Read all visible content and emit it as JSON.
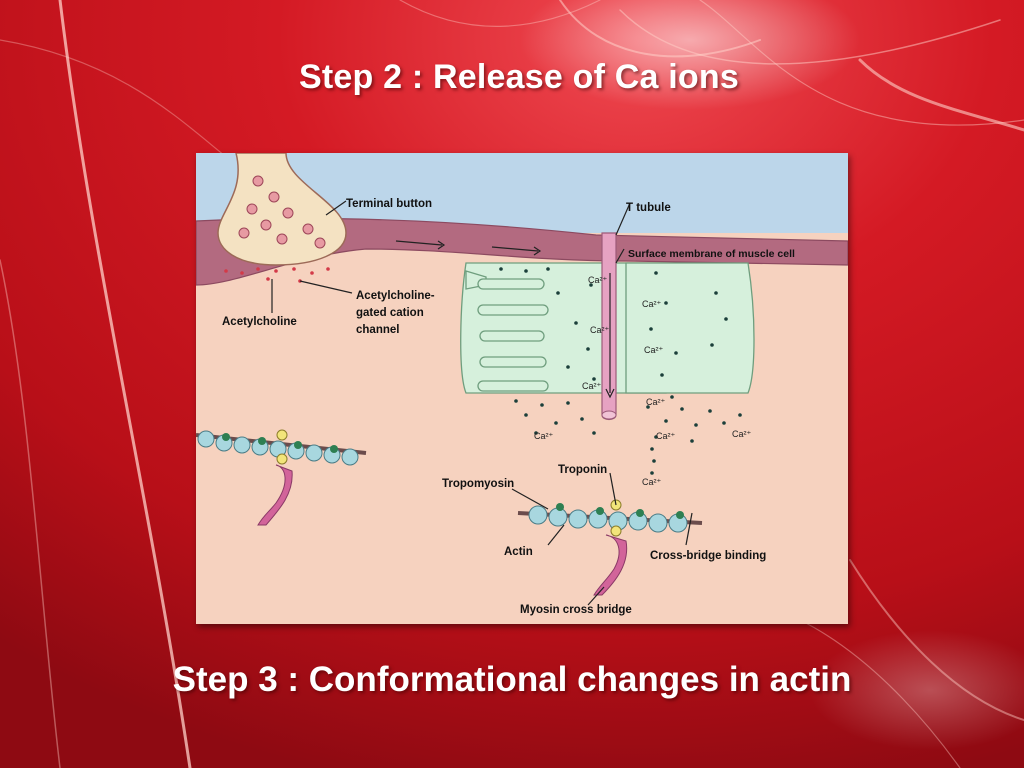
{
  "slide": {
    "title_top": "Step 2  : Release of Ca ions",
    "title_bottom": "Step 3 : Conformational changes in actin"
  },
  "colors": {
    "background": "#c5121c",
    "extracellular": "#bcd6ea",
    "membrane": "#b36a80",
    "cytoplasm": "#f6d2bf",
    "reticulum": "#d6f0dc",
    "t_tubule": "#e6a2c2",
    "actin": "#a8d7df",
    "troponin": "#f2e57a",
    "myosin": "#d2649a"
  },
  "diagram": {
    "labels": {
      "terminal_button": "Terminal button",
      "t_tubule": "T tubule",
      "surface_membrane": "Surface membrane of muscle cell",
      "acetylcholine": "Acetylcholine",
      "ach_channel_1": "Acetylcholine-",
      "ach_channel_2": "gated cation",
      "ach_channel_3": "channel",
      "troponin": "Troponin",
      "tropomyosin": "Tropomyosin",
      "actin": "Actin",
      "cross_bridge_binding": "Cross-bridge binding",
      "myosin_cross_bridge": "Myosin cross bridge"
    },
    "ion_labels": [
      "Ca²⁺",
      "Ca²⁺",
      "Ca²⁺",
      "Ca²⁺",
      "Ca²⁺",
      "Ca²⁺",
      "Ca²⁺",
      "Ca²⁺",
      "Ca²⁺",
      "Ca²⁺"
    ]
  }
}
